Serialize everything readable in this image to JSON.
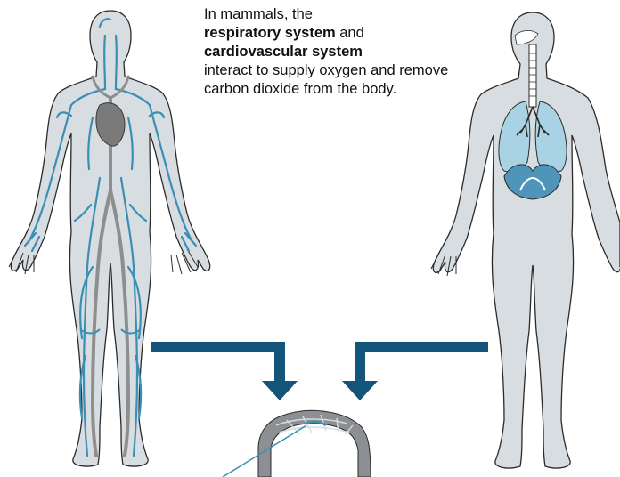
{
  "caption": {
    "part1": "In mammals, the",
    "bold1": "respiratory system",
    "part2": " and",
    "bold2": "cardiovascular system",
    "part3": "interact to supply oxygen and remove carbon dioxide from the body."
  },
  "figures": {
    "left": "cardiovascular-figure",
    "right": "respiratory-figure",
    "bottom": "capillary-network"
  },
  "colors": {
    "body_fill": "#d7dde1",
    "body_outline": "#2b2b2b",
    "vessel": "#3a8fb4",
    "heart": "#7a7a7a",
    "aorta": "#8e8e8e",
    "lung": "#a9d2e4",
    "diaphragm": "#4f95b9",
    "arrow": "#12547a"
  }
}
